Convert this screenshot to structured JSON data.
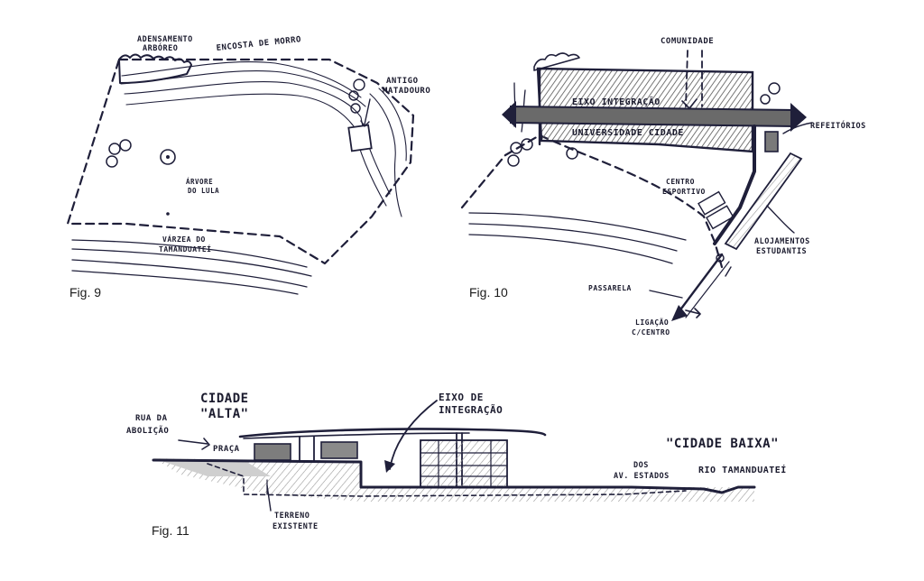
{
  "fig9": {
    "caption": "Fig. 9",
    "labels": {
      "adensamento_1": "ADENSAMENTO",
      "adensamento_2": "ARBÓREO",
      "encosta": "ENCOSTA DE MORRO",
      "antigo_1": "ANTIGO",
      "antigo_2": "MATADOURO",
      "arvore_1": "ÁRVORE",
      "arvore_2": "DO LULA",
      "varzea_1": "VÁRZEA DO",
      "varzea_2": "TAMANDUATEÍ"
    }
  },
  "fig10": {
    "caption": "Fig. 10",
    "labels": {
      "comunidade": "COMUNIDADE",
      "eixo": "EIXO INTEGRAÇÃO",
      "universidade": "UNIVERSIDADE CIDADE",
      "refeitorios": "REFEITÓRIOS",
      "centro_1": "CENTRO",
      "centro_2": "ESPORTIVO",
      "alojamentos_1": "ALOJAMENTOS",
      "alojamentos_2": "ESTUDANTIS",
      "passarela": "PASSARELA",
      "ligacao_1": "LIGAÇÃO",
      "ligacao_2": "C/CENTRO"
    }
  },
  "fig11": {
    "caption": "Fig. 11",
    "labels": {
      "cidade_alta_1": "CIDADE",
      "cidade_alta_2": "\"ALTA\"",
      "eixo_1": "EIXO DE",
      "eixo_2": "INTEGRAÇÃO",
      "rua_1": "RUA DA",
      "rua_2": "ABOLIÇÃO",
      "praca": "PRAÇA",
      "cidade_baixa": "\"CIDADE BAIXA\"",
      "dos": "DOS",
      "av_estados": "AV. ESTADOS",
      "rio": "RIO TAMANDUATEÍ",
      "terreno_1": "TERRENO",
      "terreno_2": "EXISTENTE"
    }
  }
}
